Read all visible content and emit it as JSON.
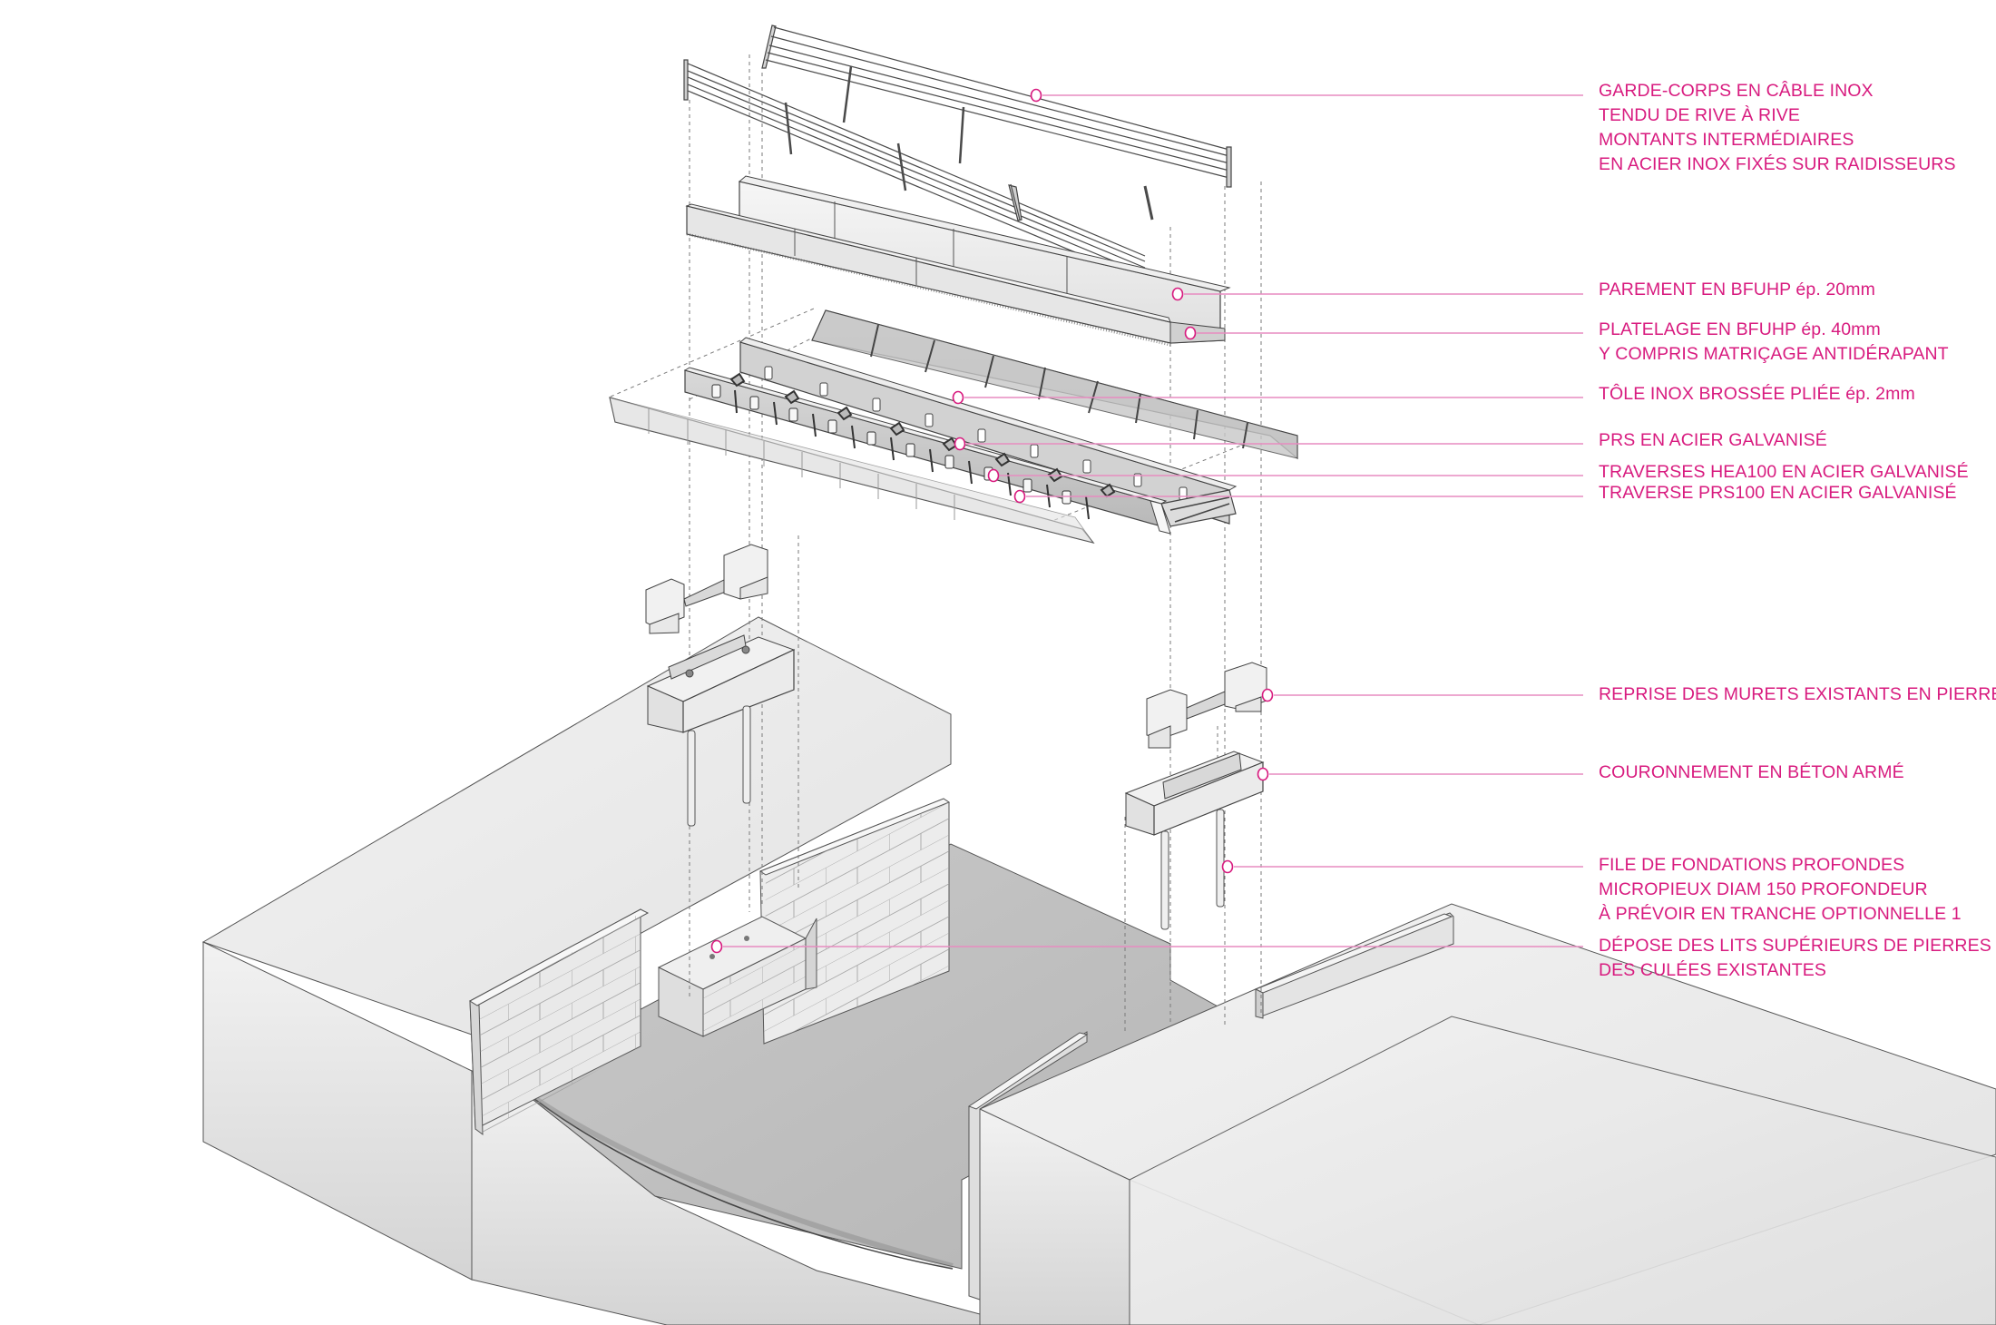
{
  "diagram": {
    "type": "exploded-axonometric",
    "subject": "footbridge assembly",
    "accent_color": "#d81b7f",
    "leader_color": "#e78cc0",
    "line_color": "#3a3a3a"
  },
  "annotations": [
    {
      "id": "garde-corps",
      "lines": [
        "GARDE-CORPS EN CÂBLE INOX",
        "TENDU DE RIVE À RIVE",
        "MONTANTS INTERMÉDIAIRES",
        "EN ACIER INOX FIXÉS SUR RAIDISSEURS"
      ]
    },
    {
      "id": "parement",
      "lines": [
        "PAREMENT EN BFUHP ép. 20mm"
      ]
    },
    {
      "id": "platelage",
      "lines": [
        "PLATELAGE EN BFUHP ép. 40mm",
        "Y COMPRIS MATRIÇAGE ANTIDÉRAPANT"
      ]
    },
    {
      "id": "tole",
      "lines": [
        "TÔLE INOX BROSSÉE PLIÉE ép. 2mm"
      ]
    },
    {
      "id": "prs",
      "lines": [
        "PRS EN ACIER GALVANISÉ"
      ]
    },
    {
      "id": "traverses-hea100",
      "lines": [
        "TRAVERSES HEA100 EN ACIER GALVANISÉ"
      ]
    },
    {
      "id": "traverse-prs100",
      "lines": [
        "TRAVERSE PRS100 EN ACIER GALVANISÉ"
      ]
    },
    {
      "id": "reprise-murets",
      "lines": [
        "REPRISE DES MURETS EXISTANTS EN PIERRE"
      ]
    },
    {
      "id": "couronnement",
      "lines": [
        "COURONNEMENT EN BÉTON ARMÉ"
      ]
    },
    {
      "id": "fondations",
      "lines": [
        "FILE DE FONDATIONS PROFONDES",
        "MICROPIEUX  DIAM 150 PROFONDEUR",
        "À PRÉVOIR EN TRANCHE OPTIONNELLE 1"
      ]
    },
    {
      "id": "depose",
      "lines": [
        "DÉPOSE DES LITS SUPÉRIEURS DE PIERRES",
        "DES CULÉES EXISTANTES"
      ]
    }
  ]
}
